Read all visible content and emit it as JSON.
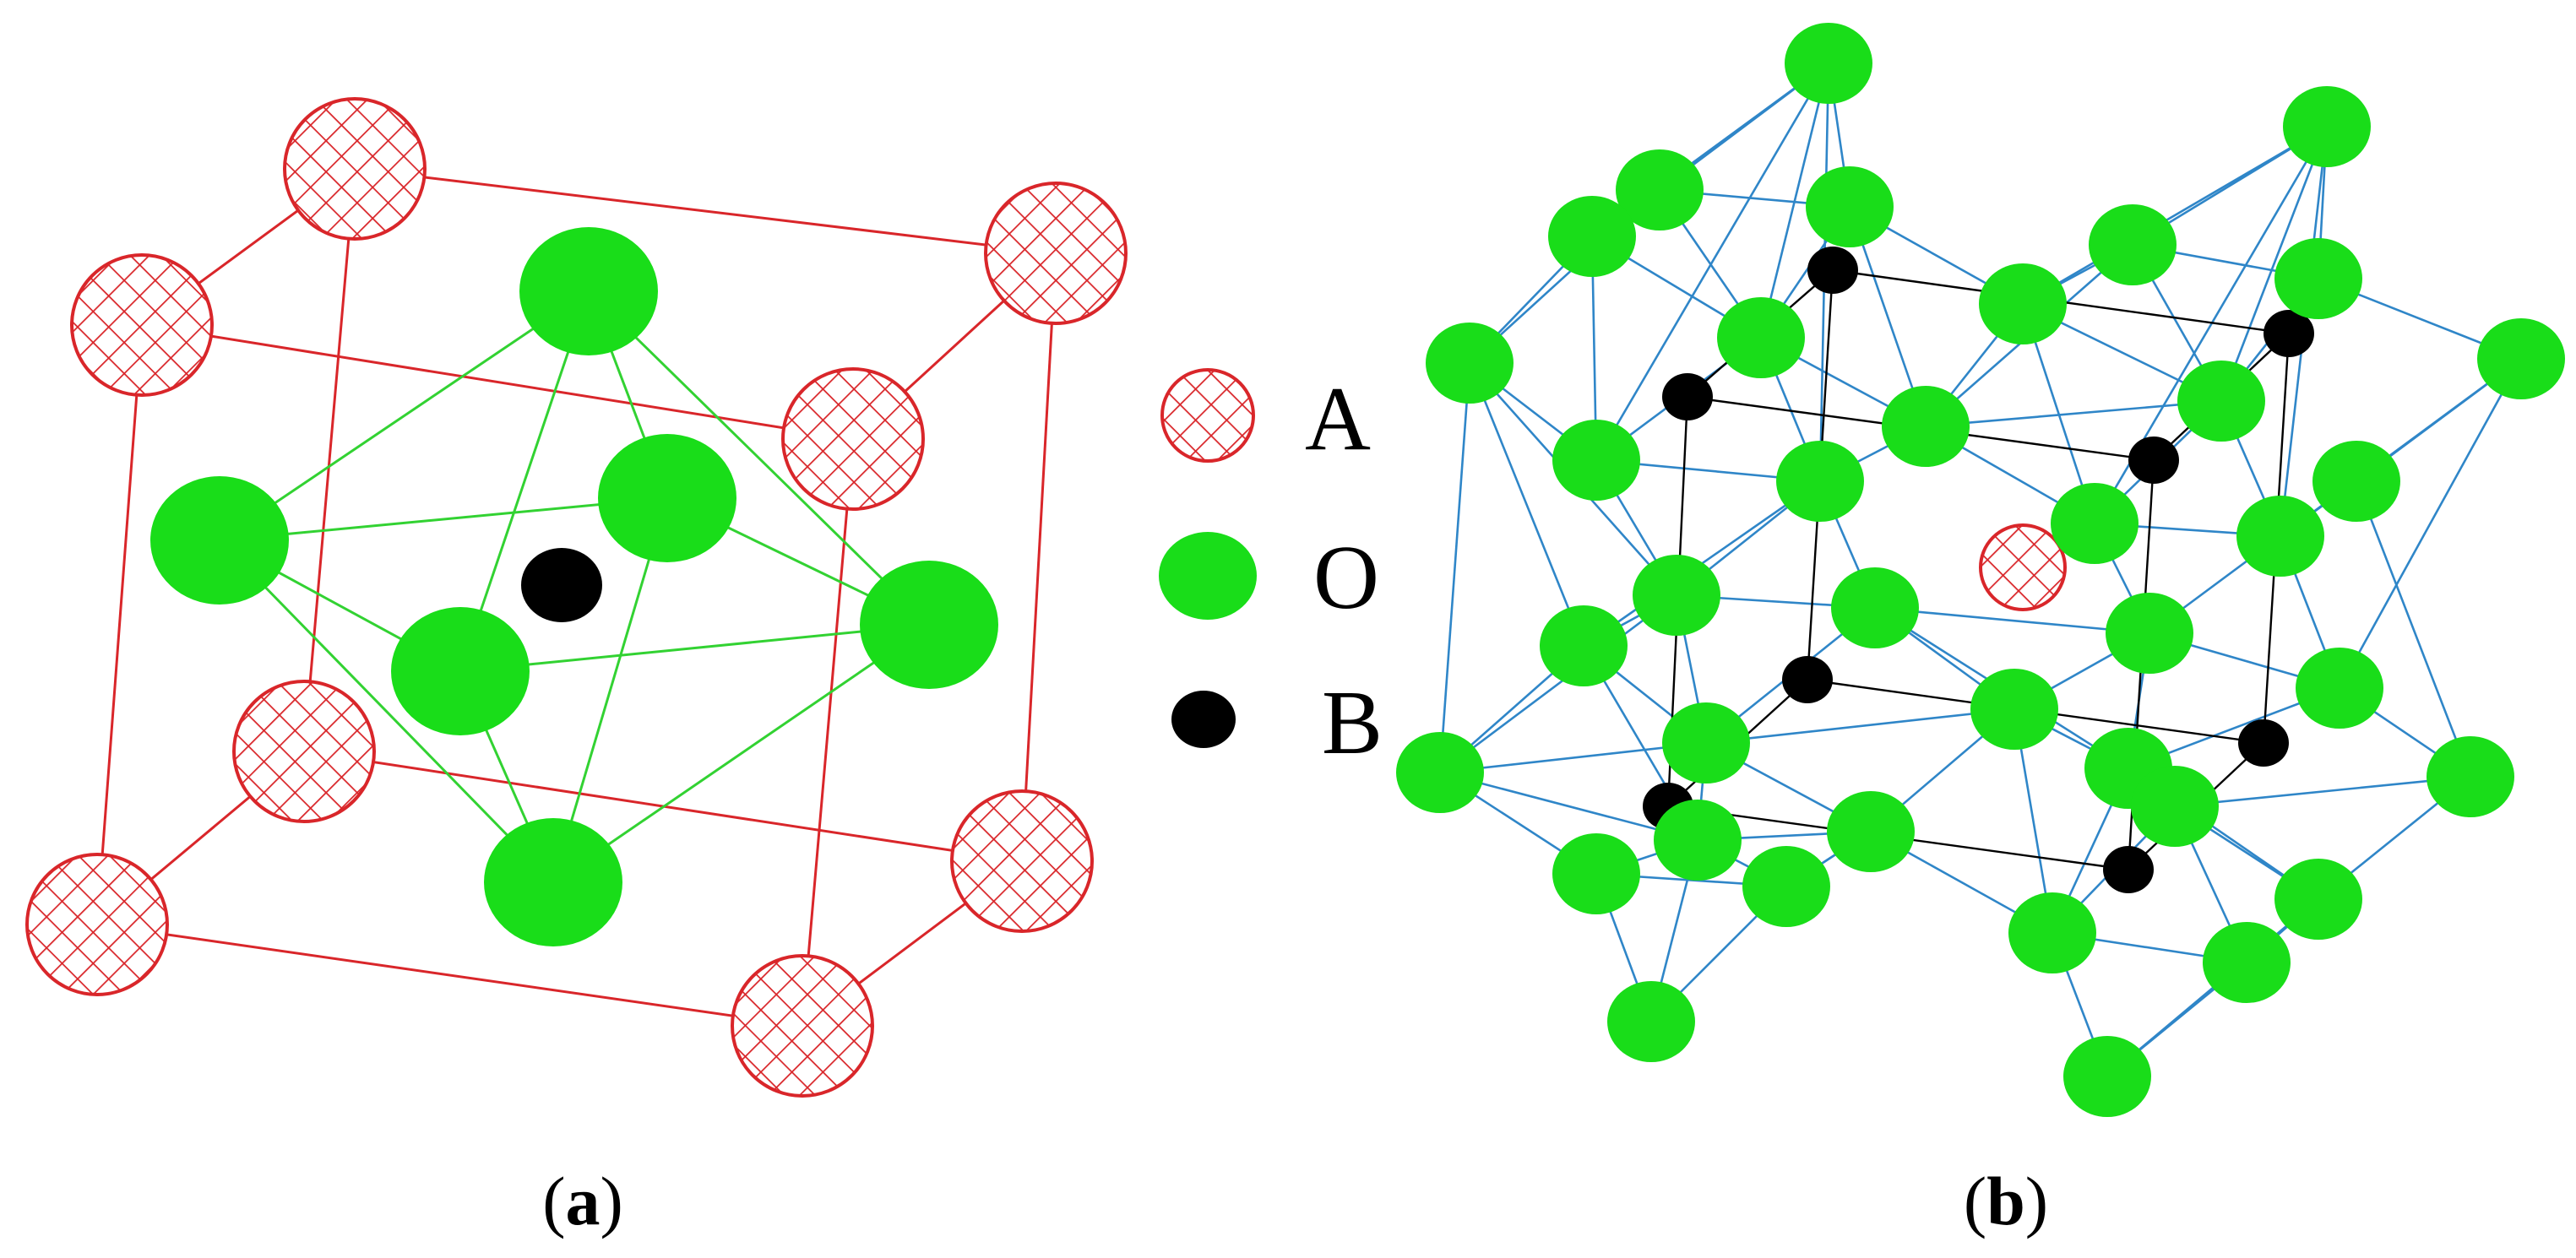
{
  "legend": {
    "items": [
      {
        "key": "A",
        "label": "A",
        "style": "hatched-red"
      },
      {
        "key": "O",
        "label": "O",
        "style": "green"
      },
      {
        "key": "B",
        "label": "B",
        "style": "black"
      }
    ]
  },
  "captions": {
    "a": {
      "open": "(",
      "letter": "a",
      "close": ")"
    },
    "b": {
      "open": "(",
      "letter": "b",
      "close": ")"
    }
  },
  "colors": {
    "A_stroke": "#d9262a",
    "O_fill": "#19dd19",
    "B_fill": "#000000",
    "cube_edge": "#d9262a",
    "octahedron_edge": "#32d232",
    "network_edge": "#2f86c8",
    "bond_edge": "#000000"
  }
}
